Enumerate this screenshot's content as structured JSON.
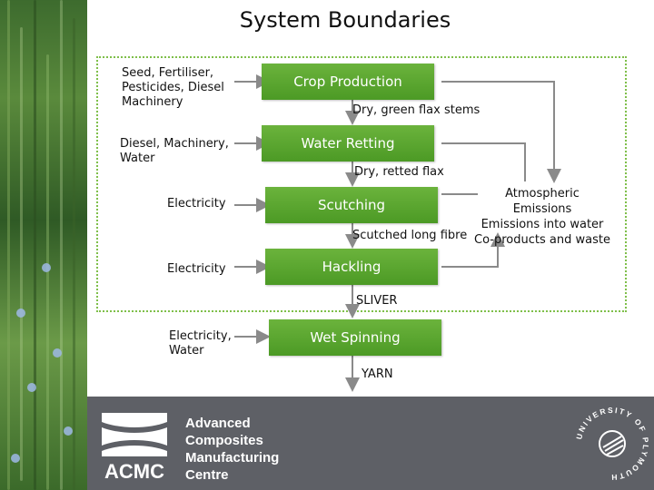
{
  "title": "System Boundaries",
  "inputs": [
    "Seed, Fertiliser,\nPesticides, Diesel\nMachinery",
    "Diesel, Machinery,\nWater",
    "Electricity",
    "Electricity",
    "Electricity,\nWater"
  ],
  "processes": [
    "Crop Production",
    "Water Retting",
    "Scutching",
    "Hackling",
    "Wet Spinning"
  ],
  "flows": [
    "Dry, green flax stems",
    "Dry, retted flax",
    "Scutched long fibre",
    "SLIVER",
    "YARN"
  ],
  "emissions": [
    "Atmospheric Emissions",
    "Emissions into water",
    "Co-products and waste"
  ],
  "footer": {
    "acmc_lines": [
      "Advanced",
      "Composites",
      "Manufacturing",
      "Centre"
    ],
    "acmc_abbrev": "ACMC",
    "university_text": "UNIVERSITY OF PLYMOUTH"
  },
  "colors": {
    "process_green": "#5aa62e",
    "boundary_dotted": "#7fbf4a",
    "footer_grey": "#5e6066"
  }
}
